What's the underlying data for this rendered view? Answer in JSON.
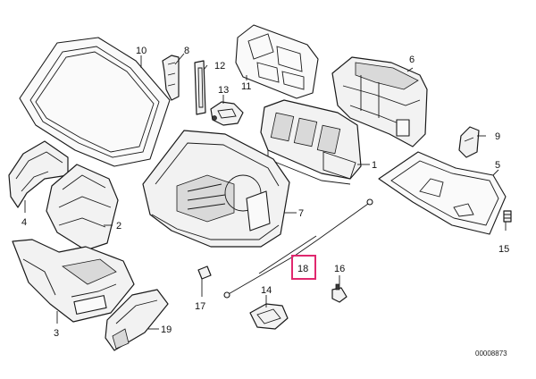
{
  "diagram": {
    "part_numbers": {
      "p1": "1",
      "p2": "2",
      "p3": "3",
      "p4": "4",
      "p5": "5",
      "p6": "6",
      "p7": "7",
      "p8": "8",
      "p9": "9",
      "p10": "10",
      "p11": "11",
      "p12": "12",
      "p13": "13",
      "p14": "14",
      "p15": "15",
      "p16": "16",
      "p17": "17",
      "p18": "18",
      "p19": "19"
    },
    "highlighted_part": "18",
    "drawing_code": "00008873",
    "colors": {
      "line": "#1a1a1a",
      "highlight": "#e0286e"
    }
  }
}
